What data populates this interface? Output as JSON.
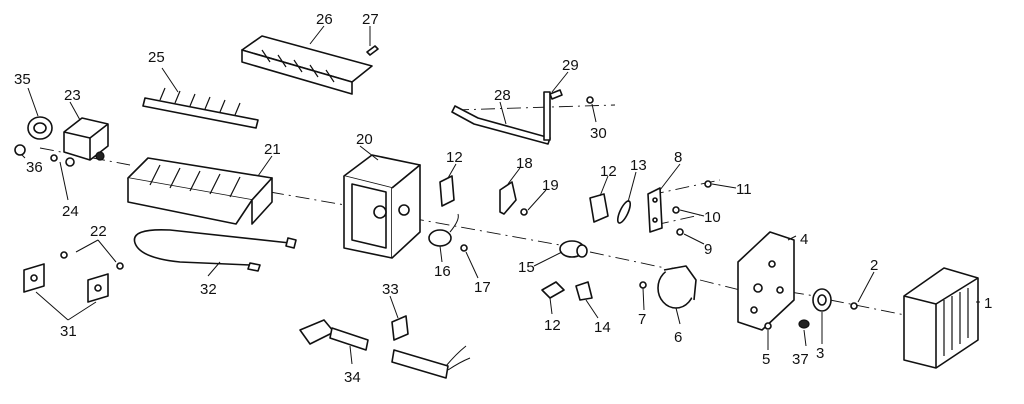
{
  "diagram": {
    "labels": [
      {
        "id": "l1",
        "text": "1"
      },
      {
        "id": "l2",
        "text": "2"
      },
      {
        "id": "l3",
        "text": "3"
      },
      {
        "id": "l4",
        "text": "4"
      },
      {
        "id": "l5",
        "text": "5"
      },
      {
        "id": "l6",
        "text": "6"
      },
      {
        "id": "l7",
        "text": "7"
      },
      {
        "id": "l8",
        "text": "8"
      },
      {
        "id": "l9",
        "text": "9"
      },
      {
        "id": "l10",
        "text": "10"
      },
      {
        "id": "l11",
        "text": "11"
      },
      {
        "id": "l12a",
        "text": "12"
      },
      {
        "id": "l12b",
        "text": "12"
      },
      {
        "id": "l12c",
        "text": "12"
      },
      {
        "id": "l13",
        "text": "13"
      },
      {
        "id": "l14",
        "text": "14"
      },
      {
        "id": "l15",
        "text": "15"
      },
      {
        "id": "l16",
        "text": "16"
      },
      {
        "id": "l17",
        "text": "17"
      },
      {
        "id": "l18",
        "text": "18"
      },
      {
        "id": "l19",
        "text": "19"
      },
      {
        "id": "l20",
        "text": "20"
      },
      {
        "id": "l21",
        "text": "21"
      },
      {
        "id": "l22",
        "text": "22"
      },
      {
        "id": "l23",
        "text": "23"
      },
      {
        "id": "l24",
        "text": "24"
      },
      {
        "id": "l25",
        "text": "25"
      },
      {
        "id": "l26",
        "text": "26"
      },
      {
        "id": "l27",
        "text": "27"
      },
      {
        "id": "l28",
        "text": "28"
      },
      {
        "id": "l29",
        "text": "29"
      },
      {
        "id": "l30",
        "text": "30"
      },
      {
        "id": "l31",
        "text": "31"
      },
      {
        "id": "l32",
        "text": "32"
      },
      {
        "id": "l33",
        "text": "33"
      },
      {
        "id": "l34",
        "text": "34"
      },
      {
        "id": "l35",
        "text": "35"
      },
      {
        "id": "l36",
        "text": "36"
      },
      {
        "id": "l37",
        "text": "37"
      }
    ]
  }
}
